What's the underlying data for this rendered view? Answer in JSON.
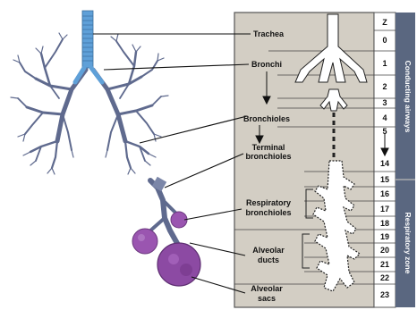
{
  "labels": {
    "trachea": "Trachea",
    "bronchi": "Bronchi",
    "bronchioles": "Bronchioles",
    "terminal_bronchioles_1": "Terminal",
    "terminal_bronchioles_2": "bronchioles",
    "respiratory_bronchioles_1": "Respiratory",
    "respiratory_bronchioles_2": "bronchioles",
    "alveolar_ducts_1": "Alveolar",
    "alveolar_ducts_2": "ducts",
    "alveolar_sacs_1": "Alveolar",
    "alveolar_sacs_2": "sacs"
  },
  "generation_header": "Z",
  "generations": [
    "0",
    "1",
    "2",
    "3",
    "4",
    "5",
    "14",
    "15",
    "16",
    "17",
    "18",
    "19",
    "20",
    "21",
    "22",
    "23"
  ],
  "zones": {
    "conducting": "Conducting airways",
    "respiratory": "Respiratory zone"
  },
  "colors": {
    "panel": "#d3cec4",
    "zone_bar": "#5a6780",
    "airway": "#ffffff",
    "bronchial_tree": "#5f6a8e",
    "trachea_blue": "#5fa0d8",
    "alveoli": "#9a55b0"
  }
}
